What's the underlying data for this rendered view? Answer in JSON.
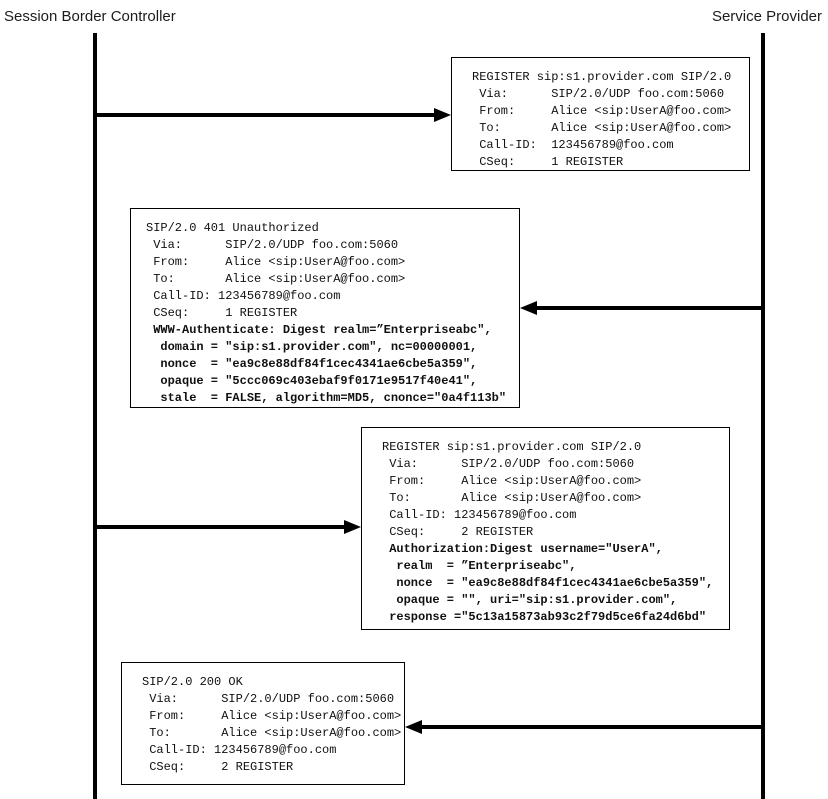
{
  "actors": {
    "left": "Session Border Controller",
    "right": "Service Provider"
  },
  "boxes": [
    {
      "id": "register-1",
      "lines": [
        "REGISTER sip:s1.provider.com SIP/2.0",
        " Via:      SIP/2.0/UDP foo.com:5060",
        " From:     Alice <sip:UserA@foo.com>",
        " To:       Alice <sip:UserA@foo.com>",
        " Call-ID:  123456789@foo.com",
        " CSeq:     1 REGISTER"
      ]
    },
    {
      "id": "401-unauthorized",
      "lines": [
        "SIP/2.0 401 Unauthorized",
        " Via:      SIP/2.0/UDP foo.com:5060",
        " From:     Alice <sip:UserA@foo.com>",
        " To:       Alice <sip:UserA@foo.com>",
        " Call-ID: 123456789@foo.com",
        " CSeq:     1 REGISTER",
        " WWW-Authenticate: Digest realm=”Enterpriseabc\",",
        "  domain = \"sip:s1.provider.com\", nc=00000001,",
        "  nonce  = \"ea9c8e88df84f1cec4341ae6cbe5a359\",",
        "  opaque = \"5ccc069c403ebaf9f0171e9517f40e41\",",
        "  stale  = FALSE, algorithm=MD5, cnonce=\"0a4f113b\""
      ]
    },
    {
      "id": "register-2",
      "lines": [
        "REGISTER sip:s1.provider.com SIP/2.0",
        " Via:      SIP/2.0/UDP foo.com:5060",
        " From:     Alice <sip:UserA@foo.com>",
        " To:       Alice <sip:UserA@foo.com>",
        " Call-ID: 123456789@foo.com",
        " CSeq:     2 REGISTER",
        " Authorization:Digest username=\"UserA\",",
        "  realm  = ”Enterpriseabc\",",
        "  nonce  = \"ea9c8e88df84f1cec4341ae6cbe5a359\",",
        "  opaque = \"\", uri=\"sip:s1.provider.com\",",
        " response =\"5c13a15873ab93c2f79d5ce6fa24d6bd\""
      ]
    },
    {
      "id": "200-ok",
      "lines": [
        "SIP/2.0 200 OK",
        " Via:      SIP/2.0/UDP foo.com:5060",
        " From:     Alice <sip:UserA@foo.com>",
        " To:       Alice <sip:UserA@foo.com>",
        " Call-ID: 123456789@foo.com",
        " CSeq:     2 REGISTER"
      ]
    }
  ],
  "arrows": [
    {
      "message": "register-1",
      "from": "session-border-controller",
      "to": "service-provider",
      "direction": "right"
    },
    {
      "message": "401-unauthorized",
      "from": "service-provider",
      "to": "session-border-controller",
      "direction": "left"
    },
    {
      "message": "register-2",
      "from": "session-border-controller",
      "to": "service-provider",
      "direction": "right"
    },
    {
      "message": "200-ok",
      "from": "service-provider",
      "to": "session-border-controller",
      "direction": "left"
    }
  ],
  "colors": {
    "line": "#000000",
    "text": "#101010",
    "background": "#ffffff"
  }
}
